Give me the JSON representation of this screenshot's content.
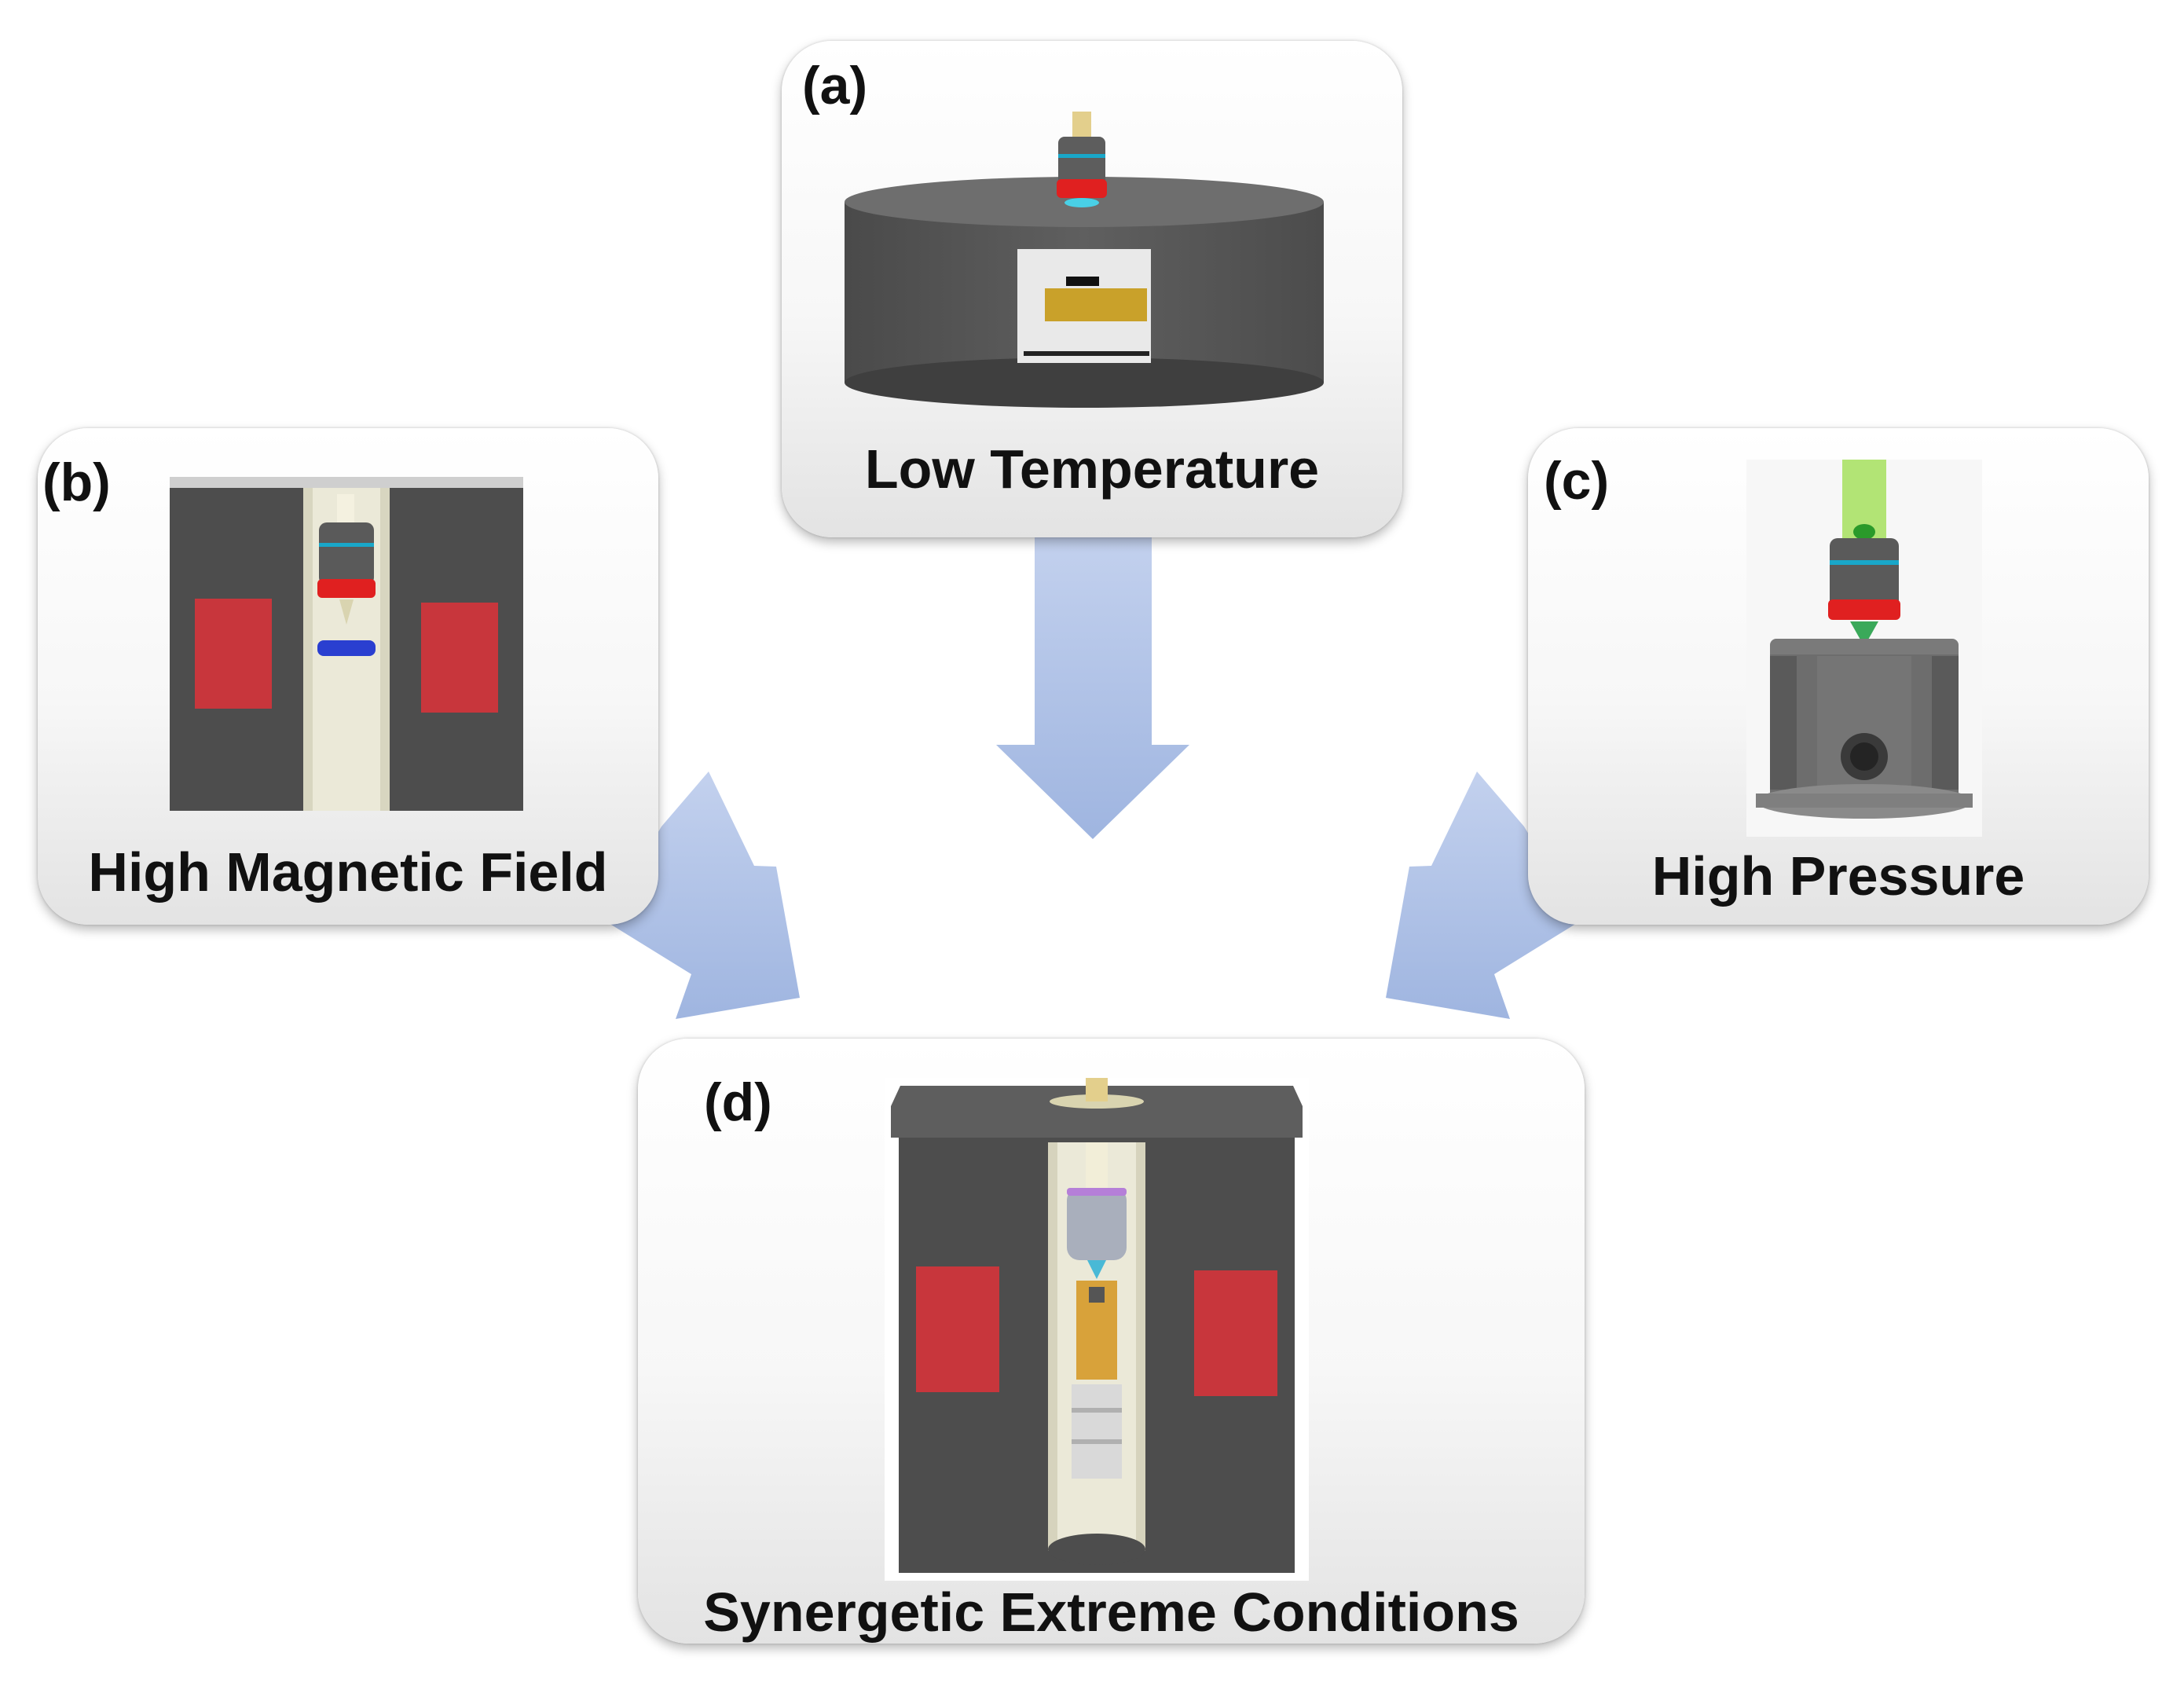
{
  "panels": {
    "a": {
      "tag": "(a)",
      "caption": "Low Temperature"
    },
    "b": {
      "tag": "(b)",
      "caption": "High Magnetic Field"
    },
    "c": {
      "tag": "(c)",
      "caption": "High Pressure"
    },
    "d": {
      "tag": "(d)",
      "caption": "Synergetic Extreme Conditions"
    }
  },
  "colors": {
    "arrow": "#a7bce2",
    "cryostat_gray": "#5a5a5a",
    "magnet_coil": "#c8363c",
    "objective_red": "#e02020",
    "objective_cyan": "#19a7c9",
    "sample_gold": "#d8a23a",
    "sample_blue": "#2a3fd0",
    "laser_green": "#9bdd4a"
  }
}
